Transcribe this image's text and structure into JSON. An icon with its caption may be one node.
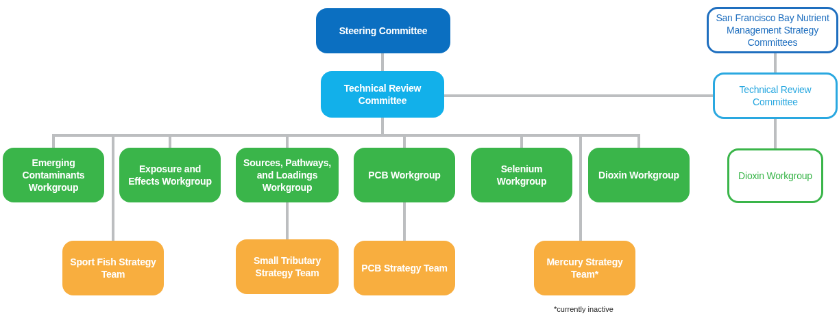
{
  "diagram": {
    "nodes": [
      {
        "text": [
          "Steering Committee"
        ]
      },
      {
        "text": [
          "San Francisco Bay Nutrient Management Strategy Committees"
        ]
      },
      {
        "text": [
          "Technical Review Committee"
        ]
      },
      {
        "text": [
          "Technical Review Committee"
        ]
      },
      {
        "text": [
          "Emerging Contaminants Workgroup"
        ]
      },
      {
        "text": [
          "Exposure and Effects Workgroup"
        ]
      },
      {
        "text": [
          "Sources, Pathways, and Loadings Workgroup"
        ]
      },
      {
        "text": [
          "PCB Workgroup"
        ]
      },
      {
        "text": [
          "Selenium Workgroup"
        ]
      },
      {
        "text": [
          "Dioxin Workgroup"
        ]
      },
      {
        "text": [
          "Dioxin Workgroup"
        ]
      },
      {
        "text": [
          "Sport Fish Strategy Team"
        ]
      },
      {
        "text": [
          "Small Tributary Strategy Team"
        ]
      },
      {
        "text": [
          "PCB Strategy Team"
        ]
      },
      {
        "text": [
          "Mercury Strategy Team*"
        ]
      }
    ],
    "edges": [
      {
        "from": 0,
        "to": 2,
        "arrow": "none"
      },
      {
        "from": 2,
        "to": 3,
        "arrow": "none"
      },
      {
        "from": 1,
        "to": 3,
        "arrow": "none"
      },
      {
        "from": 3,
        "to": 10,
        "arrow": "none"
      },
      {
        "from": 2,
        "to": 4,
        "arrow": "none"
      },
      {
        "from": 2,
        "to": 11,
        "arrow": "none"
      },
      {
        "from": 2,
        "to": 5,
        "arrow": "none"
      },
      {
        "from": 2,
        "to": 6,
        "arrow": "none"
      },
      {
        "from": 2,
        "to": 7,
        "arrow": "none"
      },
      {
        "from": 2,
        "to": 8,
        "arrow": "none"
      },
      {
        "from": 2,
        "to": 14,
        "arrow": "none"
      },
      {
        "from": 2,
        "to": 9,
        "arrow": "none"
      },
      {
        "from": 6,
        "to": 12,
        "arrow": "none"
      },
      {
        "from": 7,
        "to": 13,
        "arrow": "none"
      }
    ],
    "labels": [
      "*currently inactive"
    ]
  }
}
